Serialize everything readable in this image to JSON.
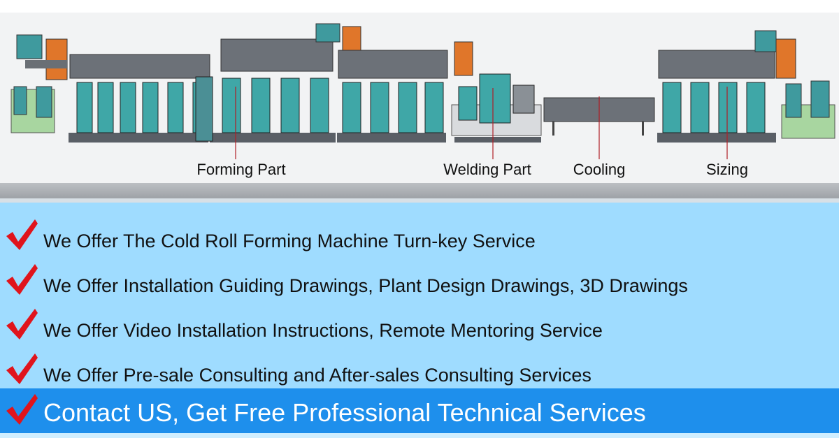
{
  "diagram": {
    "labels": {
      "forming": "Forming Part",
      "welding": "Welding Part",
      "cooling": "Cooling",
      "sizing": "Sizing"
    }
  },
  "services": [
    "We Offer The Cold Roll Forming Machine Turn-key Service",
    "We Offer Installation Guiding Drawings, Plant Design Drawings, 3D Drawings",
    "We Offer Video Installation Instructions, Remote Mentoring Service",
    "We Offer Pre-sale Consulting and After-sales Consulting Services"
  ],
  "contact": "Contact US, Get Free Professional Technical Services",
  "colors": {
    "panel_bg": "#9fdcff",
    "contact_bar": "#1e8fec",
    "check_red": "#e0141c",
    "machine_teal": "#3fa7a7",
    "motor_orange": "#e0762a",
    "base_gray": "#5a5f66"
  },
  "icons": [
    "check-mark-icon"
  ]
}
